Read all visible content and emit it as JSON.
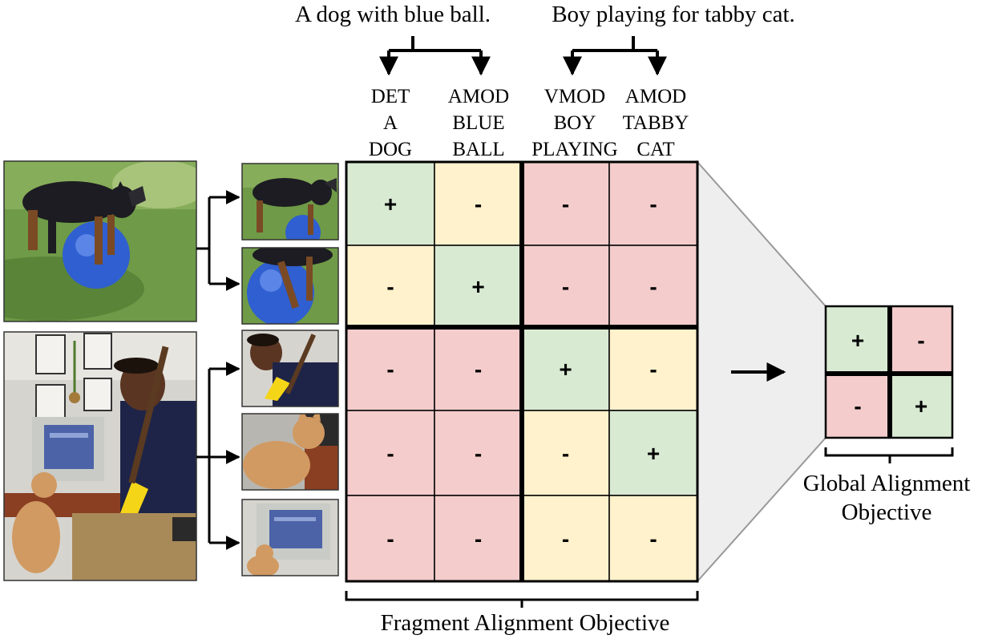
{
  "sentences": [
    {
      "text": "A dog with blue ball."
    },
    {
      "text": "Boy playing for tabby cat."
    }
  ],
  "fragments": [
    {
      "lines": [
        "DET",
        "A",
        "DOG"
      ]
    },
    {
      "lines": [
        "AMOD",
        "BLUE",
        "BALL"
      ]
    },
    {
      "lines": [
        "VMOD",
        "BOY",
        "PLAYING"
      ]
    },
    {
      "lines": [
        "AMOD",
        "TABBY",
        "CAT"
      ]
    }
  ],
  "fragment_matrix": [
    [
      {
        "sign": "+",
        "state": "match"
      },
      {
        "sign": "-",
        "state": "weak"
      },
      {
        "sign": "-",
        "state": "mismatch"
      },
      {
        "sign": "-",
        "state": "mismatch"
      }
    ],
    [
      {
        "sign": "-",
        "state": "weak"
      },
      {
        "sign": "+",
        "state": "match"
      },
      {
        "sign": "-",
        "state": "mismatch"
      },
      {
        "sign": "-",
        "state": "mismatch"
      }
    ],
    [
      {
        "sign": "-",
        "state": "mismatch"
      },
      {
        "sign": "-",
        "state": "mismatch"
      },
      {
        "sign": "+",
        "state": "match"
      },
      {
        "sign": "-",
        "state": "weak"
      }
    ],
    [
      {
        "sign": "-",
        "state": "mismatch"
      },
      {
        "sign": "-",
        "state": "mismatch"
      },
      {
        "sign": "-",
        "state": "weak"
      },
      {
        "sign": "+",
        "state": "match"
      }
    ],
    [
      {
        "sign": "-",
        "state": "mismatch"
      },
      {
        "sign": "-",
        "state": "mismatch"
      },
      {
        "sign": "-",
        "state": "weak"
      },
      {
        "sign": "-",
        "state": "weak"
      }
    ]
  ],
  "global_matrix": [
    [
      {
        "sign": "+",
        "state": "match"
      },
      {
        "sign": "-",
        "state": "mismatch"
      }
    ],
    [
      {
        "sign": "-",
        "state": "mismatch"
      },
      {
        "sign": "+",
        "state": "match"
      }
    ]
  ],
  "fragment_label": "Fragment Alignment Objective",
  "global_label_lines": [
    "Global Alignment",
    "Objective"
  ],
  "colors": {
    "match": "#d9ead3",
    "weak": "#fff2cc",
    "mismatch": "#f4cccc",
    "zoom_fill": "#eeeeee",
    "zoom_line": "#999999",
    "line": "#000000"
  },
  "images": {
    "dog_photo": "dog-with-blue-ball-photo",
    "boy_photo": "boy-playing-guitar-with-cat-photo",
    "crops": [
      "dog-crop",
      "blue-ball-crop",
      "boy-playing-crop",
      "tabby-cat-crop",
      "computer-and-cat-crop"
    ]
  }
}
